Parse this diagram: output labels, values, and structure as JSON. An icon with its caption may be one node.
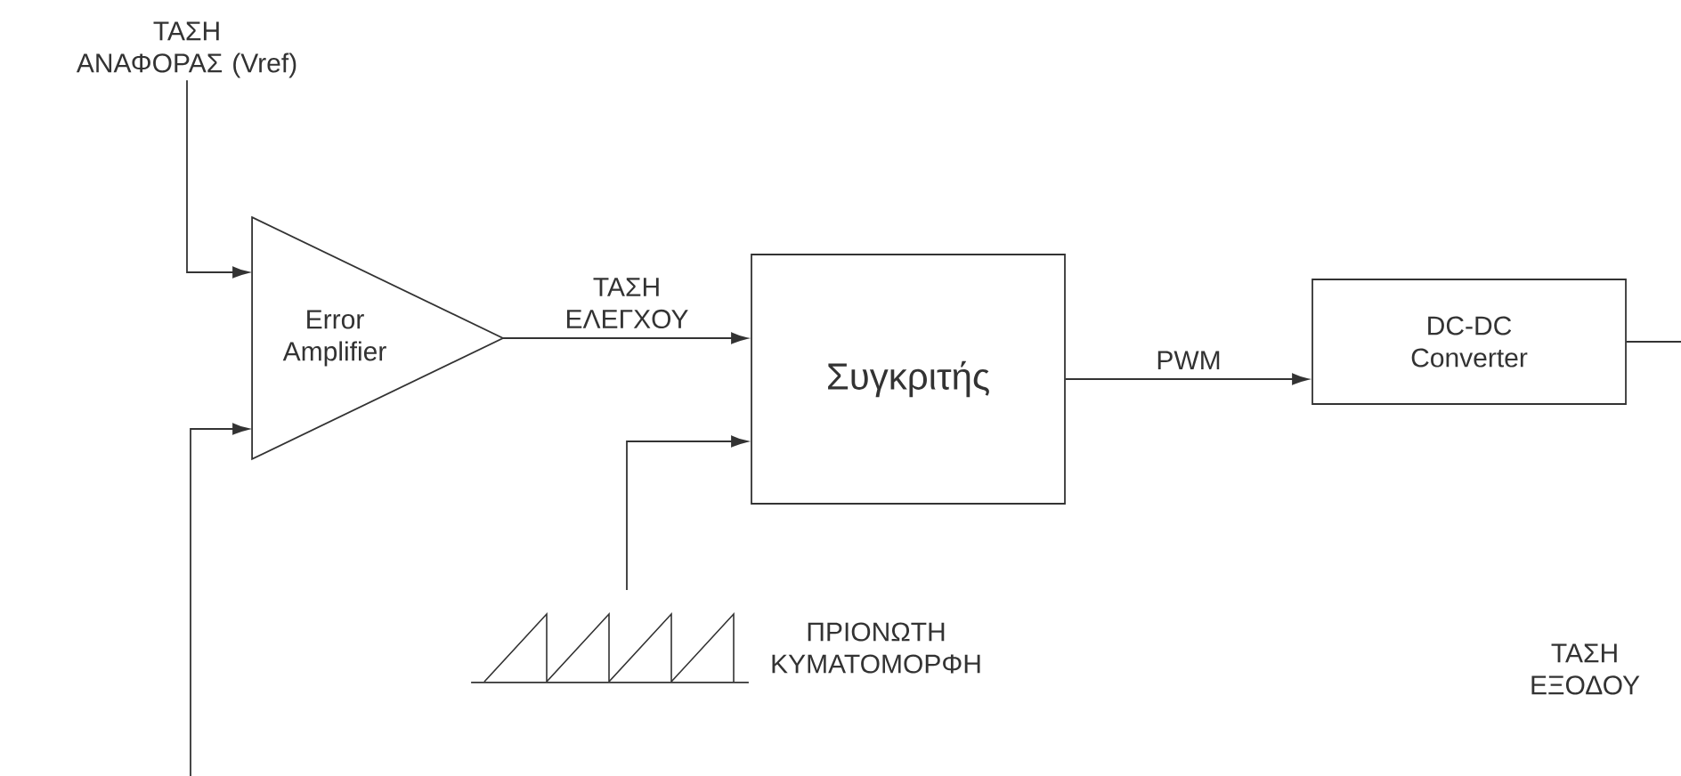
{
  "diagram": {
    "nodes": [
      {
        "text": [
          "ΤΑΣΗ ΑΝΑΦΟΡΑΣ (Vref)"
        ]
      },
      {
        "text": [
          "Error Amplifier"
        ]
      },
      {
        "text": [
          "Συγκριτής"
        ]
      },
      {
        "text": [
          "DC-DC Converter"
        ]
      },
      {
        "text": [],
        "shape": "picture",
        "beside": [
          "ΠΡΙΟΝΩΤΗ ΚΥΜΑΤΟΜΟΡΦΗ"
        ]
      }
    ],
    "edges": [
      {
        "from": 0,
        "to": 1,
        "arrow": "to"
      },
      {
        "from": null,
        "to": 1,
        "arrow": "to"
      },
      {
        "from": 1,
        "to": 2,
        "arrow": "to",
        "label": "ΤΑΣΗ ΕΛΕΓΧΟΥ"
      },
      {
        "from": 4,
        "to": 2,
        "arrow": "to"
      },
      {
        "from": 2,
        "to": 3,
        "arrow": "to",
        "label": "PWM"
      },
      {
        "from": 3,
        "to": null,
        "arrow": "none"
      }
    ],
    "labels": [
      "ΤΑΣΗ ΕΞΟΔΟΥ"
    ]
  }
}
